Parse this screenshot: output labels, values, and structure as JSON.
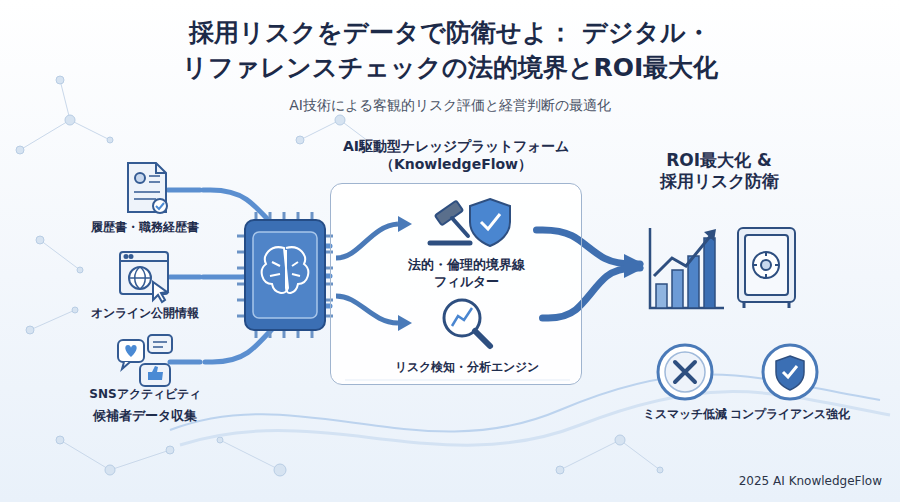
{
  "diagram": {
    "title": "採用リスクをデータで防衛せよ： デジタル・リファレンスチェックの法的境界とROI最大化",
    "nodes": [
      {
        "text": [
          "履歴書・職務経歴書"
        ]
      },
      {
        "text": [
          "オンライン公開情報"
        ]
      },
      {
        "text": [
          "SNSアクティビティ"
        ]
      },
      {
        "text": [
          "AI駆動型ナレッジプラットフォーム （KnowledgeFlow）"
        ]
      },
      {
        "text": [
          "法的・倫理的境界線 フィルター"
        ],
        "in": 3
      },
      {
        "text": [
          "リスク検知・分析エンジン"
        ],
        "in": 3
      },
      {
        "text": [
          "ROI最大化 & 採用リスク防衛"
        ]
      },
      {
        "text": [
          "ミスマッチ低減"
        ]
      },
      {
        "text": [
          "コンプライアンス強化"
        ]
      }
    ],
    "edges": [
      {
        "from": 0,
        "to": 3,
        "arrow": "none"
      },
      {
        "from": 1,
        "to": 3,
        "arrow": "none"
      },
      {
        "from": 2,
        "to": 3,
        "arrow": "none"
      },
      {
        "from": 4,
        "to": 6,
        "arrow": "to"
      },
      {
        "from": 5,
        "to": 6,
        "arrow": "to"
      }
    ],
    "labels": [
      "AI技術による客観的リスク評価と経営判断の最適化",
      "候補者データ収集",
      "2025 AI KnowledgeFlow"
    ]
  }
}
